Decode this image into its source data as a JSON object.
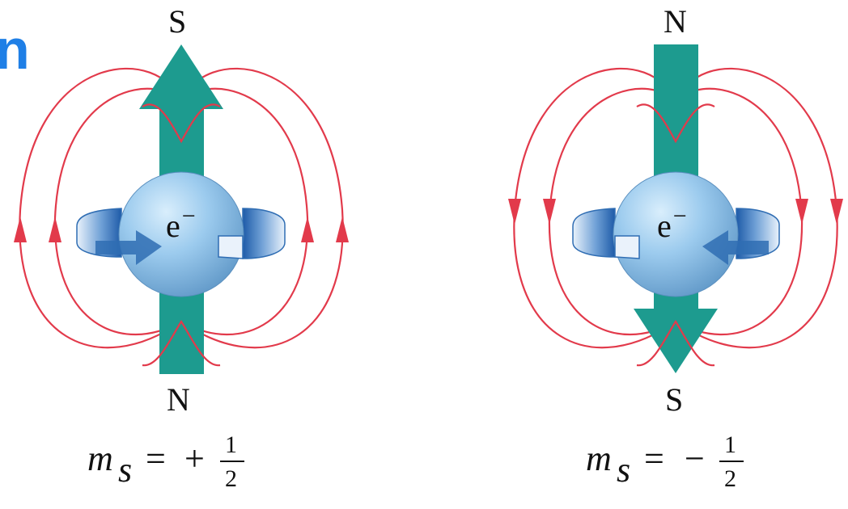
{
  "title_fragment": "n",
  "panels": [
    {
      "top_pole": "S",
      "bottom_pole": "N",
      "electron_label": "e",
      "electron_charge": "−",
      "quantum_symbol": "m",
      "quantum_subscript": "s",
      "equals": "=",
      "sign": "+",
      "numerator": "1",
      "denominator": "2"
    },
    {
      "top_pole": "N",
      "bottom_pole": "S",
      "electron_label": "e",
      "electron_charge": "−",
      "quantum_symbol": "m",
      "quantum_subscript": "s",
      "equals": "=",
      "sign": "−",
      "numerator": "1",
      "denominator": "2"
    }
  ],
  "colors": {
    "field_lines": "#e23a4b",
    "magnetic_arrow": "#1d9b8f",
    "electron_sphere": "#8fc3ea",
    "spin_ribbon": "#2f6db3",
    "title_fragment": "#1f7fe6"
  },
  "icons": [
    "magnetic-field-lines",
    "magnetic-moment-arrow",
    "electron-sphere",
    "spin-rotation-arrow"
  ]
}
